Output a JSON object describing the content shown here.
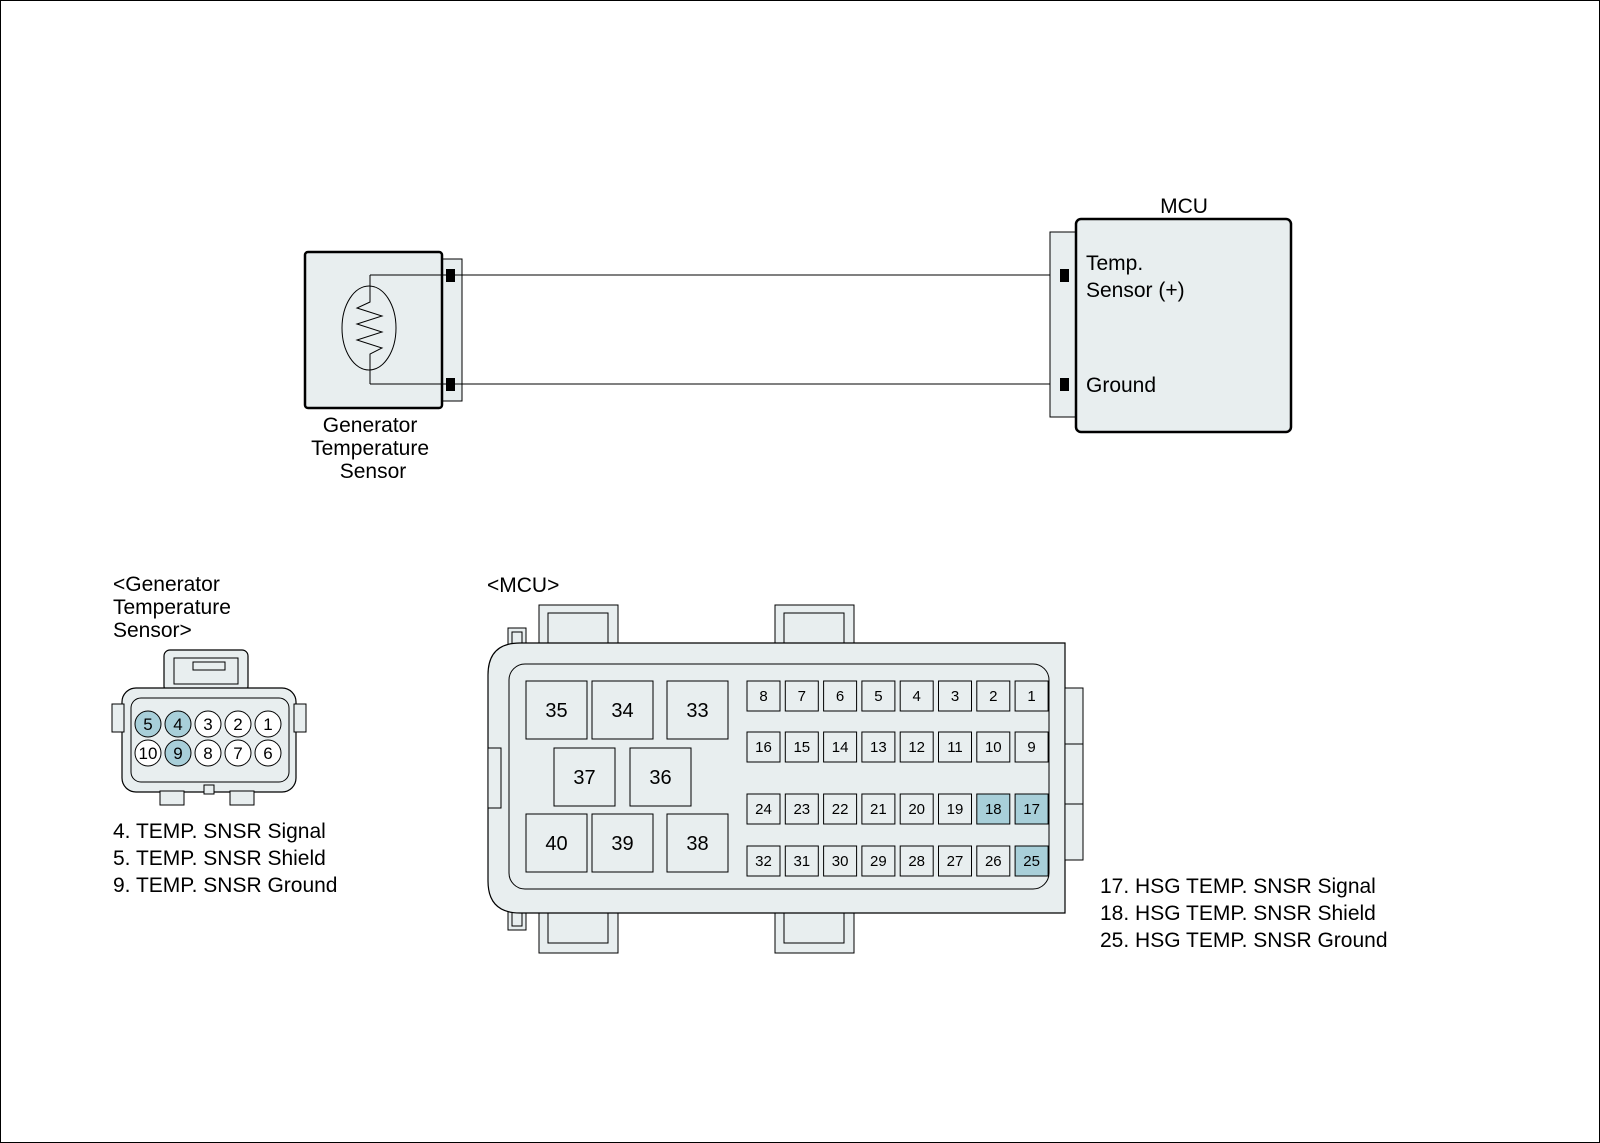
{
  "schematic": {
    "sensor_name": [
      "Generator",
      "Temperature",
      "Sensor"
    ],
    "mcu_title": "MCU",
    "mcu_pin_labels": {
      "temp_line1": "Temp.",
      "temp_line2": "Sensor (+)",
      "ground": "Ground"
    }
  },
  "sensor_connector": {
    "title": [
      "<Generator",
      "Temperature",
      "Sensor>"
    ],
    "top_row": [
      "5",
      "4",
      "3",
      "2",
      "1"
    ],
    "bottom_row": [
      "10",
      "9",
      "8",
      "7",
      "6"
    ],
    "highlighted": [
      "4",
      "5",
      "9"
    ],
    "legend": [
      "4. TEMP. SNSR Signal",
      "5. TEMP. SNSR Shield",
      "9. TEMP. SNSR Ground"
    ]
  },
  "mcu_connector": {
    "title": "<MCU>",
    "large_pins": [
      "35",
      "34",
      "33",
      "37",
      "36",
      "40",
      "39",
      "38"
    ],
    "rows": [
      [
        "8",
        "7",
        "6",
        "5",
        "4",
        "3",
        "2",
        "1"
      ],
      [
        "16",
        "15",
        "14",
        "13",
        "12",
        "11",
        "10",
        "9"
      ],
      [
        "24",
        "23",
        "22",
        "21",
        "20",
        "19",
        "18",
        "17"
      ],
      [
        "32",
        "31",
        "30",
        "29",
        "28",
        "27",
        "26",
        "25"
      ]
    ],
    "highlighted": [
      "17",
      "18",
      "25"
    ],
    "legend": [
      "17. HSG TEMP. SNSR Signal",
      "18. HSG TEMP. SNSR Shield",
      "25. HSG TEMP. SNSR Ground"
    ]
  },
  "colors": {
    "component_fill": "#e8eeef",
    "pin_highlight": "#a8cfd9",
    "outline": "#000000"
  }
}
